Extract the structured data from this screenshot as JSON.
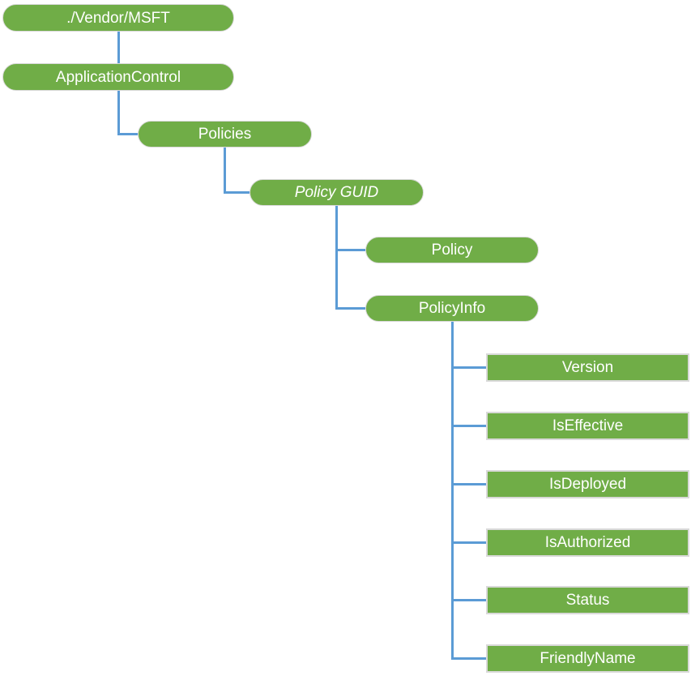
{
  "theme": {
    "node_fill": "#70AD47",
    "node_border": "#D9D9D9",
    "pill_border": "#D8D8D8",
    "connector": "#5B9BD5",
    "text": "#FFFFFF",
    "background": "#FFFFFF"
  },
  "nodes": [
    {
      "id": "vendor-msft",
      "label": "./Vendor/MSFT",
      "shape": "pill",
      "italic": false
    },
    {
      "id": "application-control",
      "label": "ApplicationControl",
      "shape": "pill",
      "italic": false
    },
    {
      "id": "policies",
      "label": "Policies",
      "shape": "pill",
      "italic": false
    },
    {
      "id": "policy-guid",
      "label": "Policy GUID",
      "shape": "pill",
      "italic": true
    },
    {
      "id": "policy",
      "label": "Policy",
      "shape": "pill",
      "italic": false
    },
    {
      "id": "policy-info",
      "label": "PolicyInfo",
      "shape": "pill",
      "italic": false
    },
    {
      "id": "version",
      "label": "Version",
      "shape": "rect",
      "italic": false
    },
    {
      "id": "is-effective",
      "label": "IsEffective",
      "shape": "rect",
      "italic": false
    },
    {
      "id": "is-deployed",
      "label": "IsDeployed",
      "shape": "rect",
      "italic": false
    },
    {
      "id": "is-authorized",
      "label": "IsAuthorized",
      "shape": "rect",
      "italic": false
    },
    {
      "id": "status",
      "label": "Status",
      "shape": "rect",
      "italic": false
    },
    {
      "id": "friendly-name",
      "label": "FriendlyName",
      "shape": "rect",
      "italic": false
    }
  ],
  "edges": [
    {
      "from": "vendor-msft",
      "to": "application-control"
    },
    {
      "from": "application-control",
      "to": "policies"
    },
    {
      "from": "policies",
      "to": "policy-guid"
    },
    {
      "from": "policy-guid",
      "to": "policy"
    },
    {
      "from": "policy-guid",
      "to": "policy-info"
    },
    {
      "from": "policy-info",
      "to": "version"
    },
    {
      "from": "policy-info",
      "to": "is-effective"
    },
    {
      "from": "policy-info",
      "to": "is-deployed"
    },
    {
      "from": "policy-info",
      "to": "is-authorized"
    },
    {
      "from": "policy-info",
      "to": "status"
    },
    {
      "from": "policy-info",
      "to": "friendly-name"
    }
  ]
}
